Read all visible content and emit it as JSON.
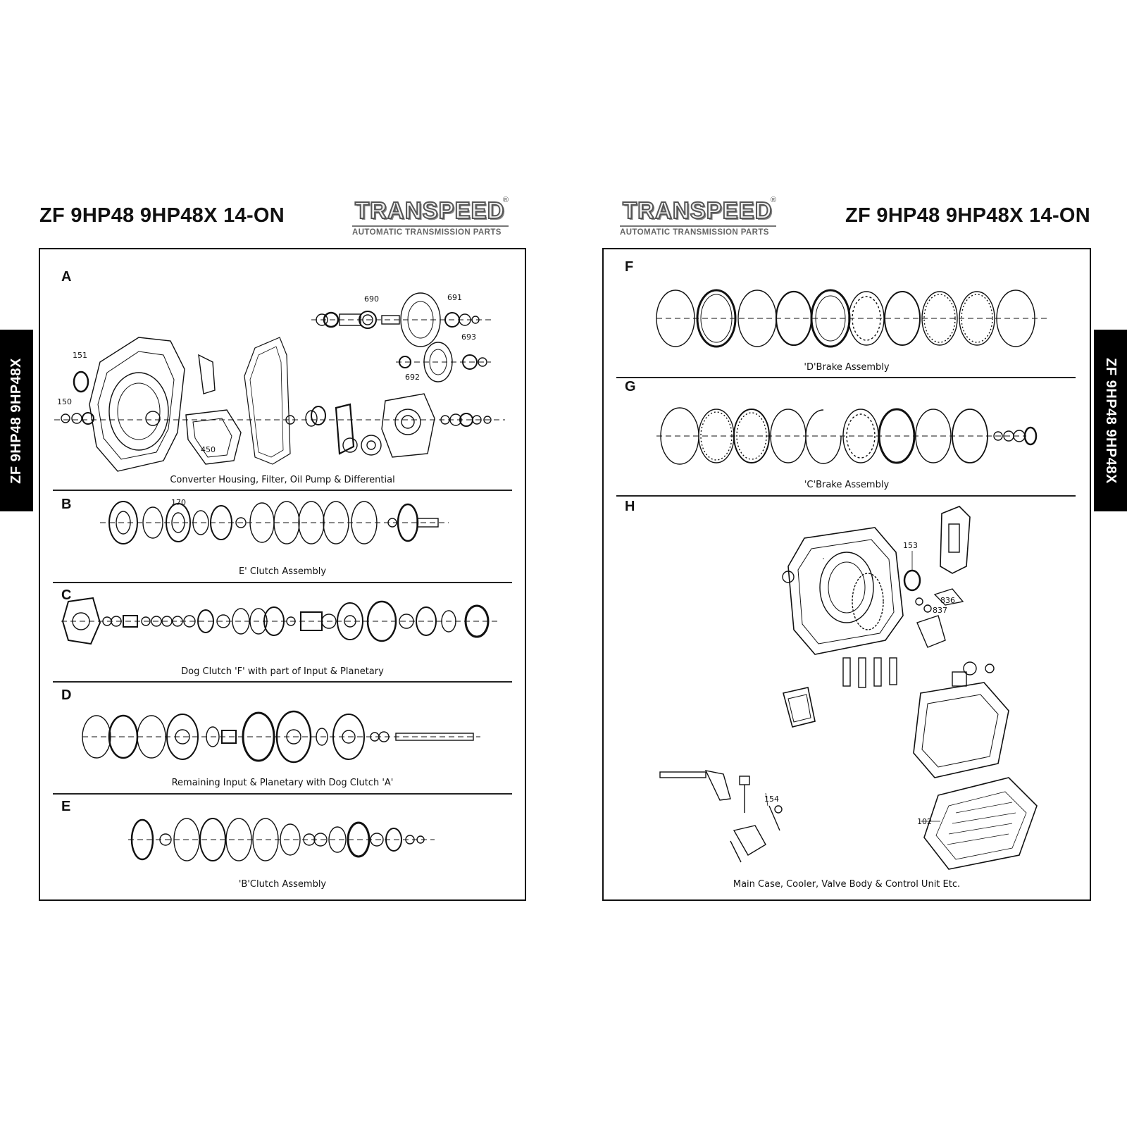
{
  "left_page": {
    "title": "ZF 9HP48 9HP48X 14-ON",
    "side_tab": "ZF 9HP48 9HP48X",
    "logo": {
      "name": "TRANSPEED",
      "tagline": "AUTOMATIC TRANSMISSION PARTS",
      "mark": "®"
    },
    "sections": [
      {
        "letter": "A",
        "caption": "Converter Housing, Filter, Oil Pump & Differential",
        "part_numbers": [
          "690",
          "691",
          "151",
          "693",
          "692",
          "150",
          "450"
        ]
      },
      {
        "letter": "B",
        "caption": "E' Clutch Assembly",
        "part_numbers": [
          "170"
        ]
      },
      {
        "letter": "C",
        "caption": "Dog Clutch 'F' with part of Input & Planetary",
        "part_numbers": []
      },
      {
        "letter": "D",
        "caption": "Remaining Input & Planetary with Dog Clutch 'A'",
        "part_numbers": []
      },
      {
        "letter": "E",
        "caption": "'B'Clutch Assembly",
        "part_numbers": []
      }
    ]
  },
  "right_page": {
    "title": "ZF 9HP48 9HP48X 14-ON",
    "side_tab": "ZF 9HP48 9HP48X",
    "logo": {
      "name": "TRANSPEED",
      "tagline": "AUTOMATIC TRANSMISSION PARTS",
      "mark": "®"
    },
    "sections": [
      {
        "letter": "F",
        "caption": "'D'Brake Assembly",
        "part_numbers": []
      },
      {
        "letter": "G",
        "caption": "'C'Brake Assembly",
        "part_numbers": []
      },
      {
        "letter": "H",
        "caption": "Main Case, Cooler, Valve Body & Control Unit Etc.",
        "part_numbers": [
          "153",
          "836",
          "837",
          "154",
          "102"
        ]
      }
    ]
  }
}
